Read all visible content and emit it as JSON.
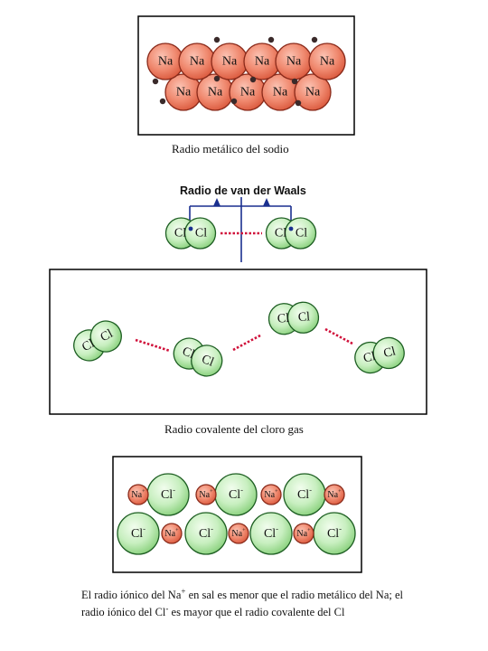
{
  "colors": {
    "sodium_fill": "#f08a70",
    "sodium_stroke": "#8a2a1a",
    "chlorine_fill": "#c8efc0",
    "chlorine_stroke": "#1d5e22",
    "electron": "#3a2a2a",
    "dotted_line": "#d0103a",
    "vdw_line": "#1a2f8f",
    "frame": "#000000"
  },
  "panel_metallic": {
    "atom_label": "Na",
    "caption": "Radio metálico del sodio"
  },
  "panel_vdw": {
    "title": "Radio de van der Waals",
    "atom_label": "Cl"
  },
  "panel_covalent": {
    "atom_label": "Cl",
    "caption": "Radio covalente del cloro gas"
  },
  "panel_ionic": {
    "cation_base": "Na",
    "cation_charge": "+",
    "anion_base": "Cl",
    "anion_charge": "-"
  },
  "final_caption": {
    "part1": "El radio iónico del Na",
    "sup1": "+",
    "part2": " en sal es menor que el radio metálico del Na; el radio iónico del Cl",
    "sup2": "-",
    "part3": " es mayor que el radio covalente del Cl"
  }
}
